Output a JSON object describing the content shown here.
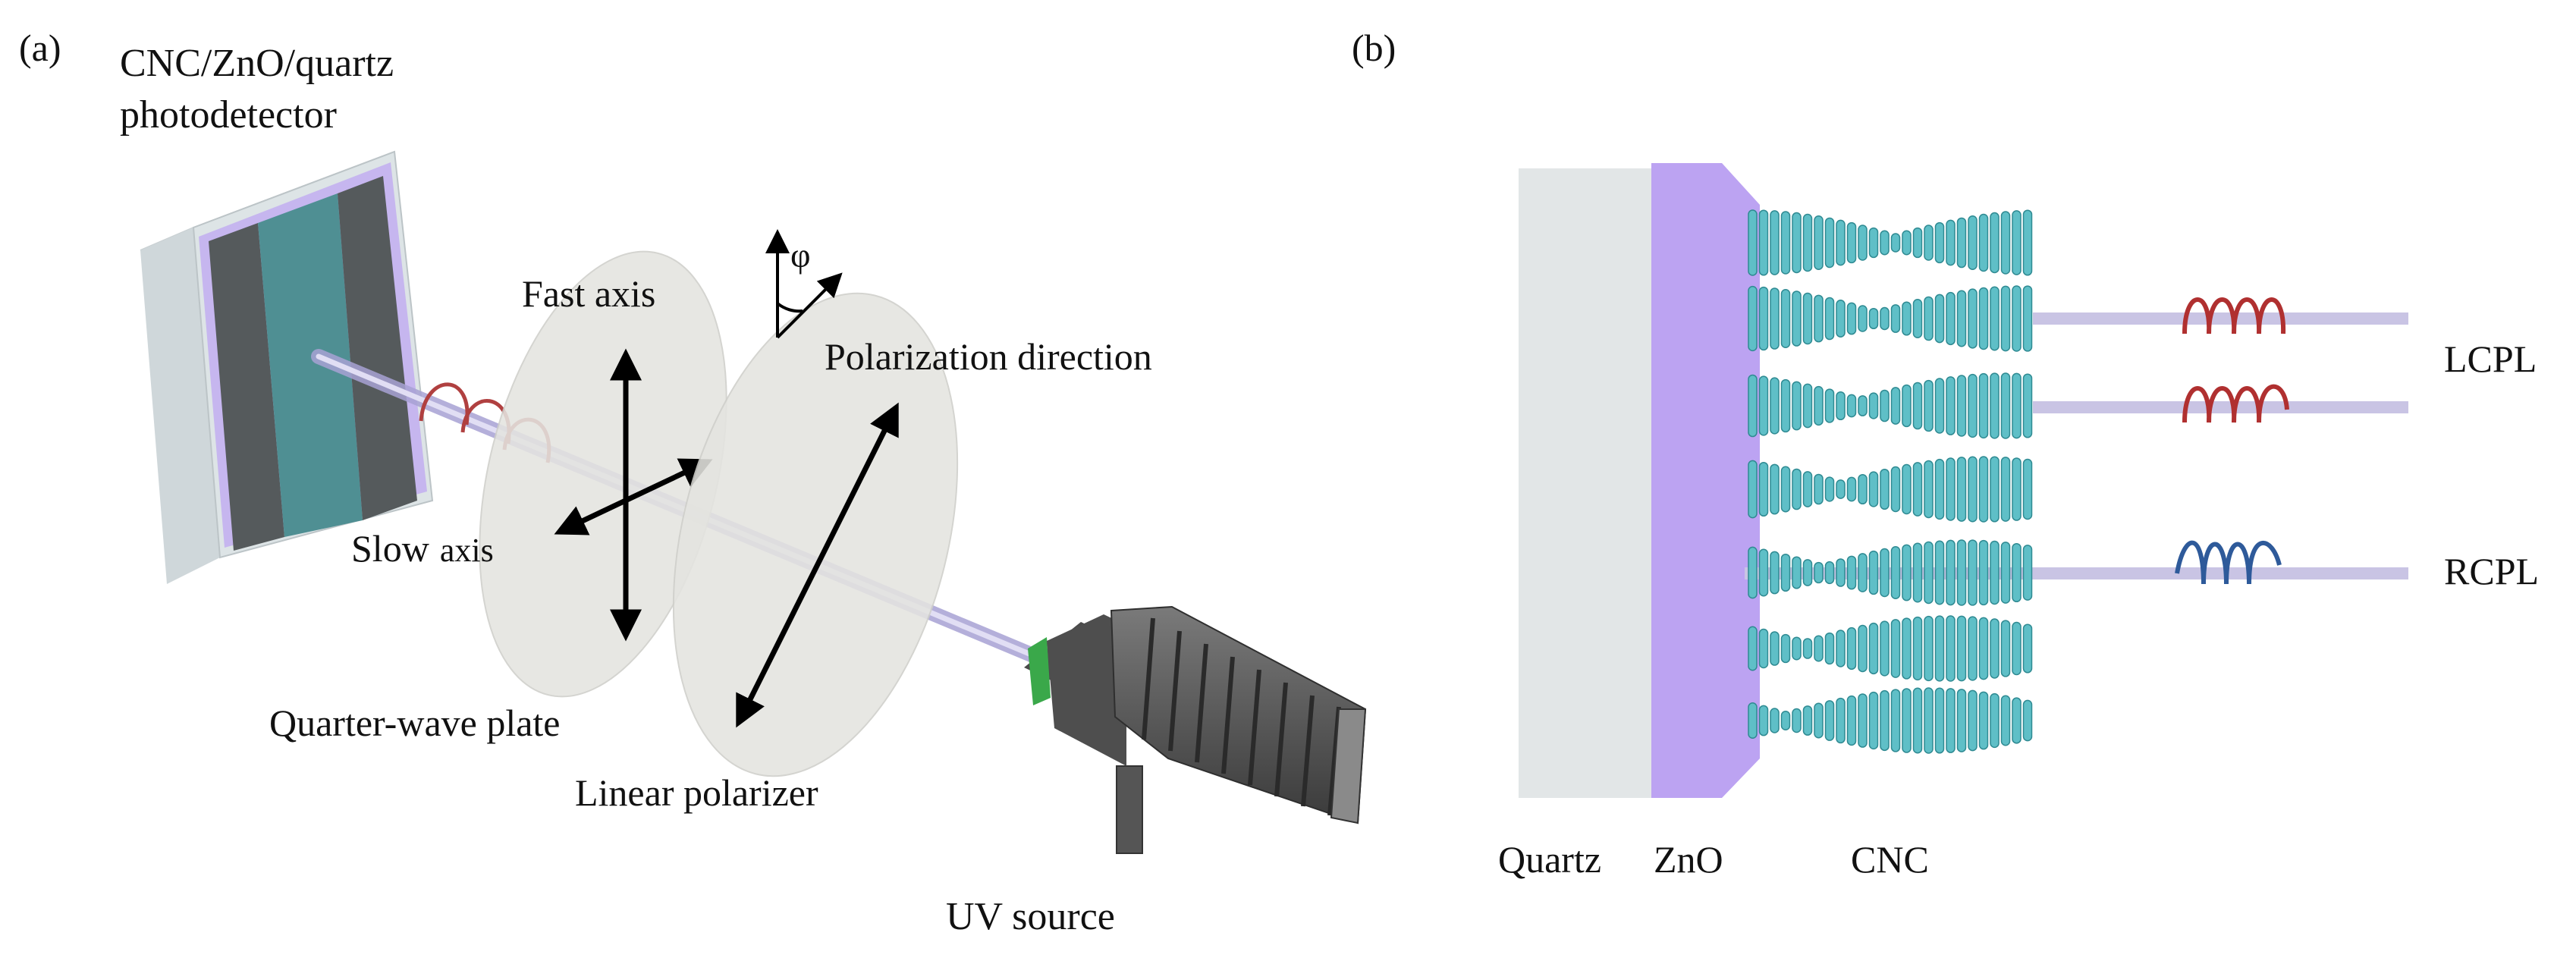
{
  "panel_a": {
    "label": "(a)",
    "detector_label_line1": "CNC/ZnO/quartz",
    "detector_label_line2": "photodetector",
    "phi_symbol": "φ",
    "fast_axis_label": "Fast axis",
    "polarization_direction_label": "Polarization direction",
    "slow_axis_label_a": "Slow",
    "slow_axis_label_b": "axis",
    "quarter_wave_plate_label": "Quarter-wave plate",
    "linear_polarizer_label": "Linear polarizer",
    "uv_source_label": "UV source"
  },
  "panel_b": {
    "label": "(b)",
    "quartz_label": "Quartz",
    "zno_label": "ZnO",
    "cnc_label": "CNC",
    "lcpl_label": "LCPL",
    "rcpl_label": "RCPL"
  },
  "colors": {
    "quartz": "#e2e6e7",
    "zno": "#bca3f2",
    "cnc_rod": "#5fbfc7",
    "lcpl_wave": "#b03030",
    "rcpl_wave": "#2e5a9a",
    "beam": "#c9c4e4",
    "plate": "#e4e4e0",
    "detector_window": "#4f8f93",
    "uv_source_body": "#555555"
  },
  "icons": [
    "double-headed-arrow-icon",
    "helix-wave-icon",
    "angle-phi-icon"
  ]
}
